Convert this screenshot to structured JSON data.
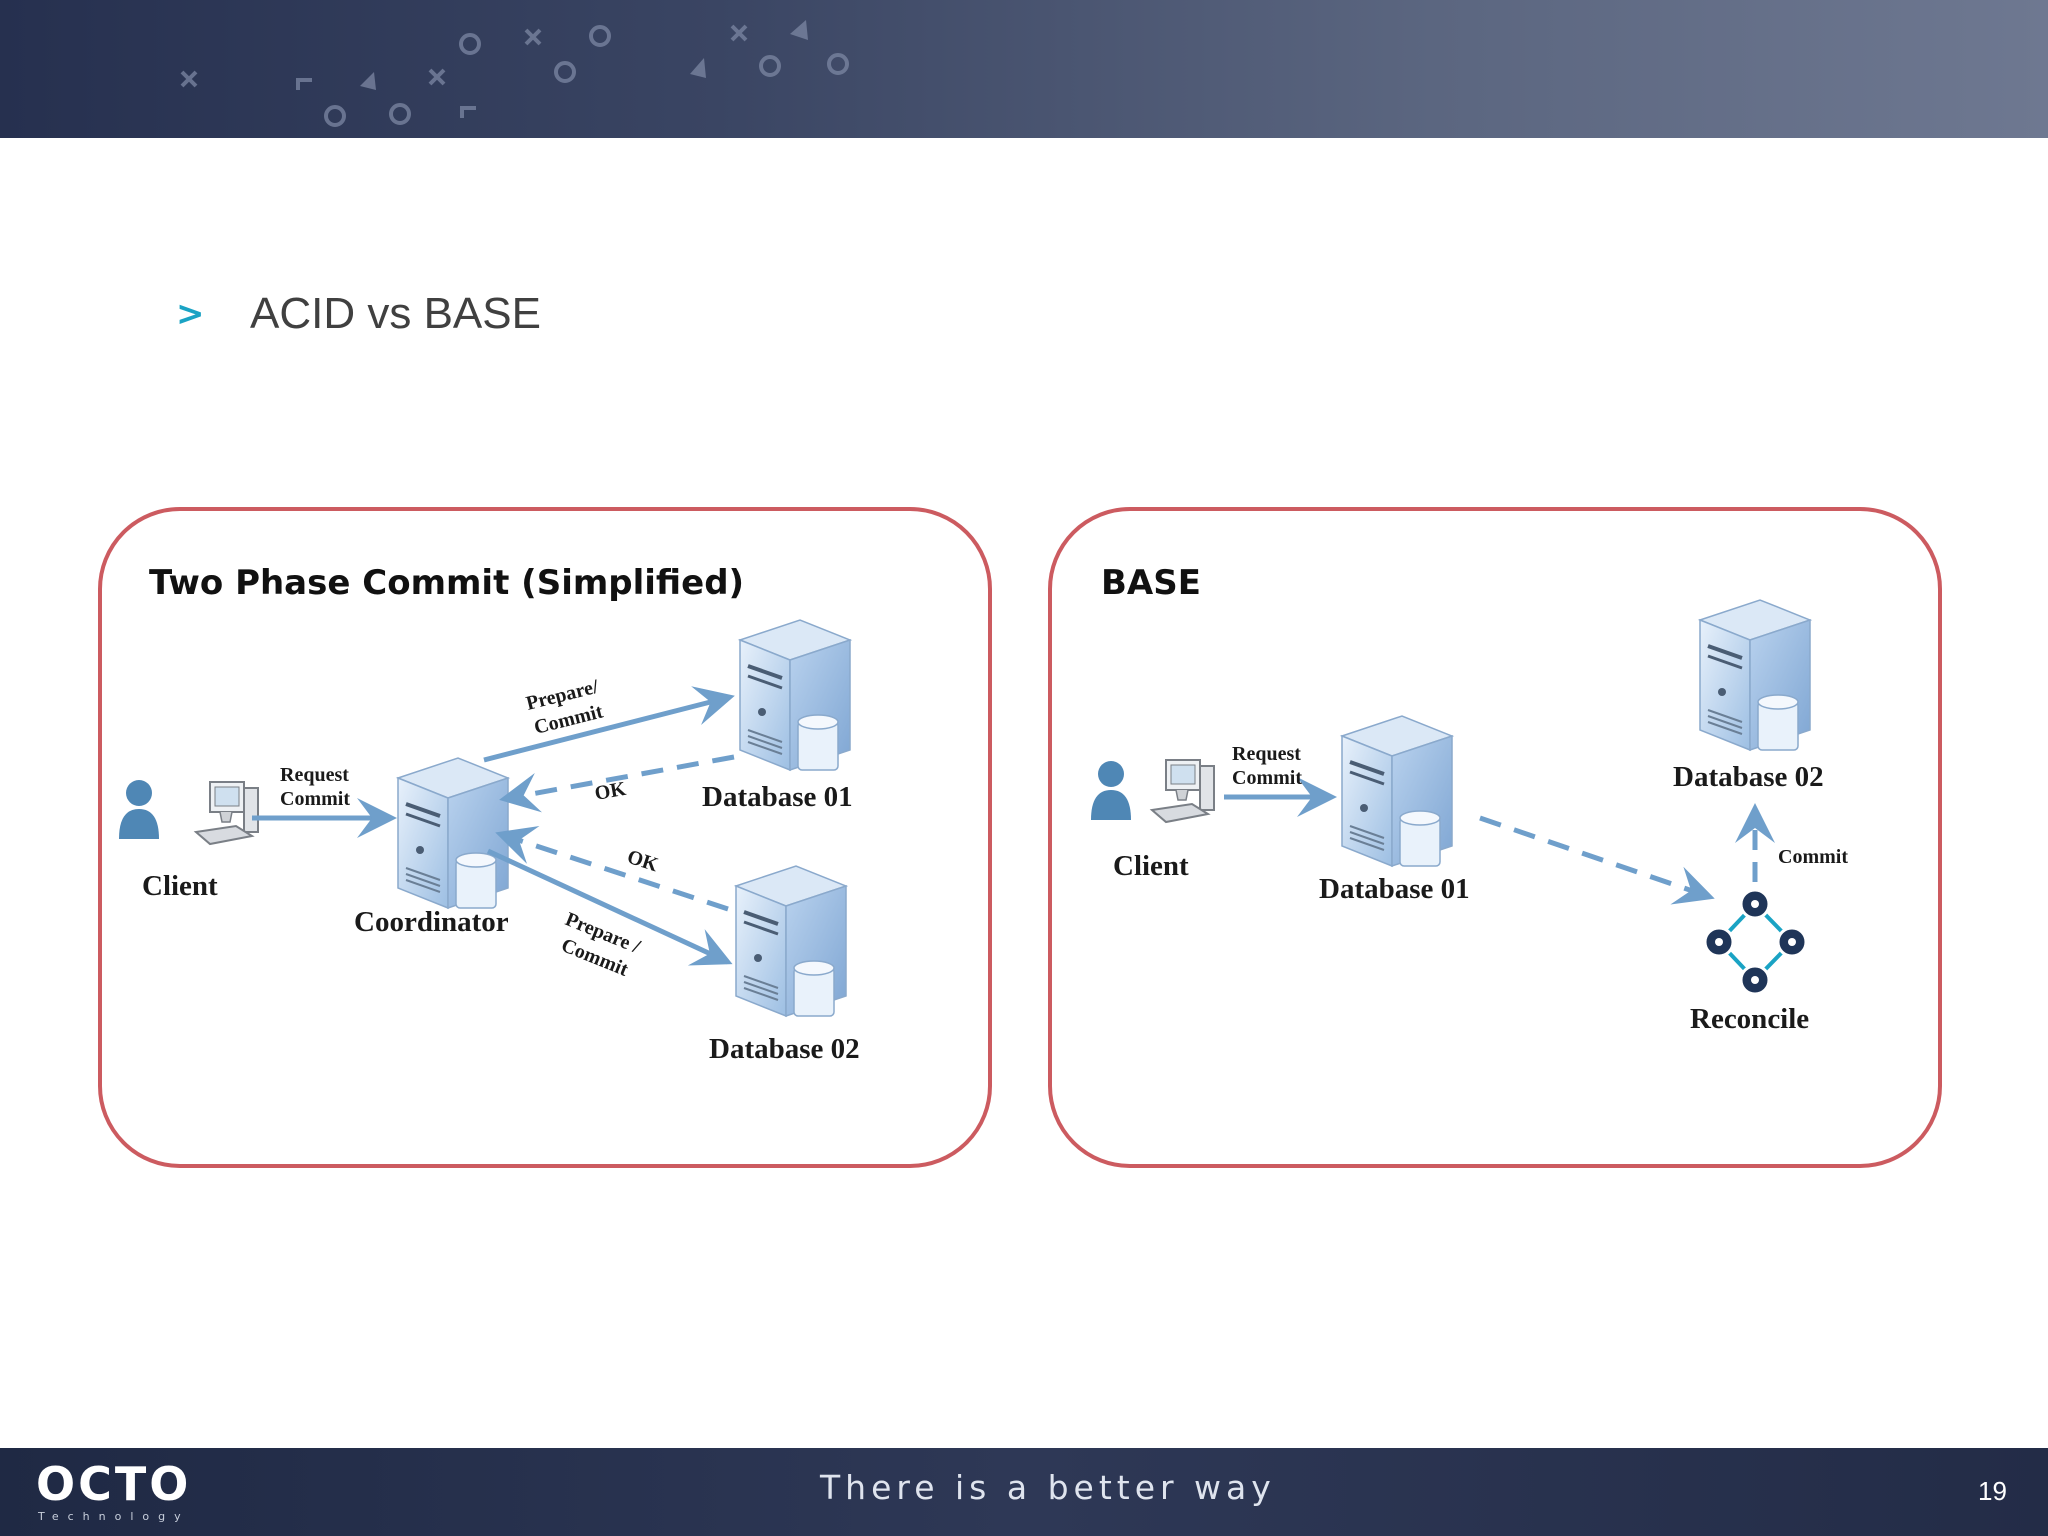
{
  "slide": {
    "bullet": ">",
    "title": "ACID vs BASE",
    "page_number": "19"
  },
  "footer": {
    "logo": "OCTO",
    "logo_sub": "Technology",
    "tagline": "There is a better way"
  },
  "panels": {
    "two_phase": {
      "title": "Two Phase Commit (Simplified)",
      "client": "Client",
      "coordinator": "Coordinator",
      "db1": "Database 01",
      "db2": "Database 02",
      "request_line1": "Request",
      "request_line2": "Commit",
      "prepare_top_line1": "Prepare/",
      "prepare_top_line2": "Commit",
      "prepare_bottom_line1": "Prepare /",
      "prepare_bottom_line2": "Commit",
      "ok_top": "OK",
      "ok_bottom": "OK"
    },
    "base": {
      "title": "BASE",
      "client": "Client",
      "db1": "Database 01",
      "db2": "Database 02",
      "reconcile": "Reconcile",
      "request_line1": "Request",
      "request_line2": "Commit",
      "commit": "Commit"
    }
  },
  "colors": {
    "accent": "#1aa3c4",
    "panel_border": "#cc5b60",
    "arrow": "#6f9fcb",
    "server": "#a9c7e8"
  },
  "icons": [
    "user-icon",
    "computer-icon",
    "server-icon",
    "reconcile-icon"
  ]
}
